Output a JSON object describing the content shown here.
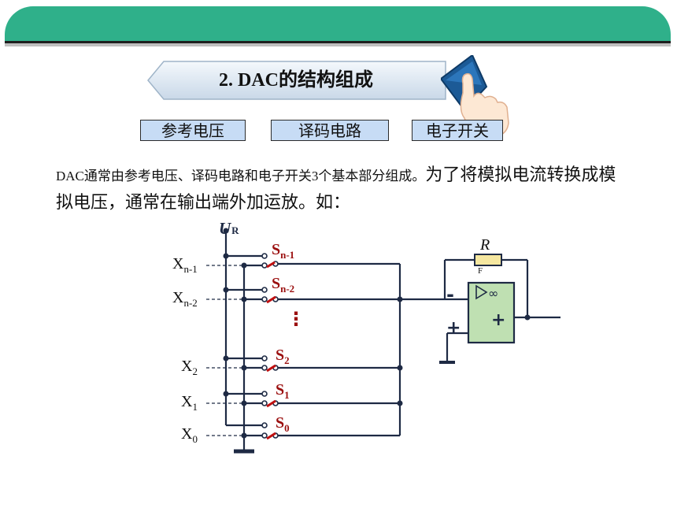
{
  "slide": {
    "section_title": "2.  DAC的结构组成",
    "tags": [
      "参考电压",
      "译码电路",
      "电子开关"
    ],
    "description_lead": "DAC通常由参考电压、译码电路和电子开关3个基本部分组成。",
    "description_rest": "为了将模拟电流转换成模拟电压，通常在输出端外加运放。如：",
    "colors": {
      "topbar": "#2fb08a",
      "tag_fill": "#c7dcf5",
      "switch_red": "#c01010",
      "label_red": "#9b1010",
      "opamp_fill": "#bfe0b2"
    }
  },
  "circuit": {
    "ref_label": "U",
    "ref_sub": "R",
    "inputs": [
      {
        "base": "X",
        "sub": "n-1"
      },
      {
        "base": "X",
        "sub": "n-2"
      },
      {
        "base": "X",
        "sub": "2"
      },
      {
        "base": "X",
        "sub": "1"
      },
      {
        "base": "X",
        "sub": "0"
      }
    ],
    "switches": [
      {
        "base": "S",
        "sub": "n-1"
      },
      {
        "base": "S",
        "sub": "n-2"
      },
      {
        "base": "S",
        "sub": "2"
      },
      {
        "base": "S",
        "sub": "1"
      },
      {
        "base": "S",
        "sub": "0"
      }
    ],
    "ellipsis": "⋮",
    "feedback_label": "R",
    "feedback_sub": "F",
    "opamp_infinity": "∞",
    "opamp_minus": "-",
    "opamp_plus_out": "+",
    "opamp_plus_in": "+"
  }
}
